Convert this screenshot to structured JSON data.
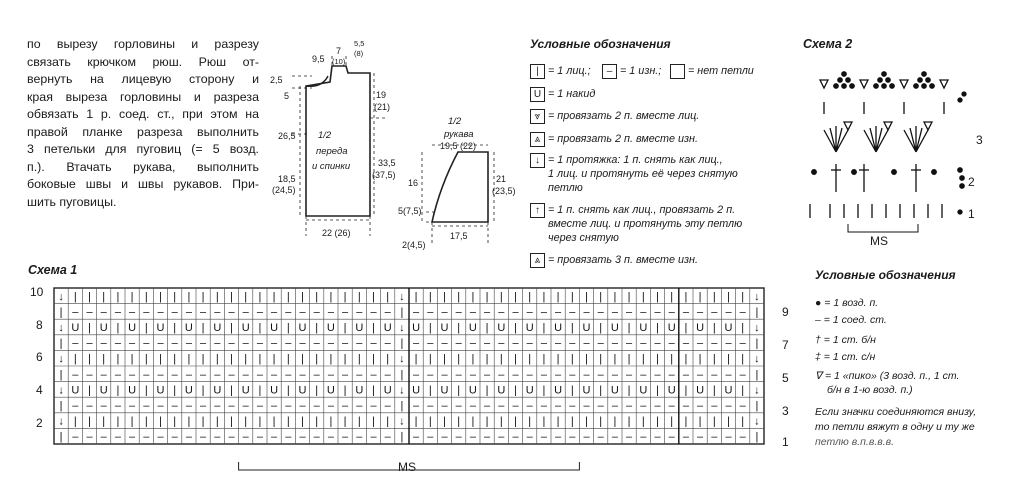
{
  "intro": {
    "lines": [
      "по вырезу горловины и разрезу",
      "связать крючком рюш. Рюш от-",
      "вернуть на лицевую сторону и",
      "края выреза горловины и разреза",
      "обвязать 1 р. соед. ст., при этом на",
      "правой планке разреза выполнить",
      "3 петельки для пуговиц (= 5 возд.",
      "п.). Втачать рукава, выполнить",
      "боковые швы и швы рукавов. При-",
      "шить пуговицы."
    ]
  },
  "pattern": {
    "body_label": [
      "1/2",
      "переда",
      "и спинки"
    ],
    "sleeve_title": [
      "1/2",
      "рукава"
    ],
    "dims": {
      "top_neck": "9,5",
      "top_mid": "7",
      "top_mid2": "(10)",
      "top_right": "5,5",
      "top_right2": "(8)",
      "left_a": "2,5",
      "left_b": "5",
      "left_c": "26,5",
      "left_d": "18,5",
      "left_d2": "(24,5)",
      "right_a": "19",
      "right_a2": "(21)",
      "right_b": "33,5",
      "right_b2": "(37,5)",
      "bottom_body": "22 (26)",
      "sleeve_top": "19,5 (22)",
      "sleeve_left": "16",
      "sleeve_right": "21",
      "sleeve_right2": "(23,5)",
      "sleeve_cuff": "5(7,5)",
      "sleeve_bottom_a": "2(4,5)",
      "sleeve_bottom_b": "17,5"
    }
  },
  "legend": {
    "title": "Условные обозначения",
    "row1": {
      "a_sym": "|",
      "a": "= 1 лиц.;",
      "b_sym": "–",
      "b": "= 1 изн.;",
      "c": "= нет петли"
    },
    "items": [
      {
        "sym": "U",
        "text": [
          "= 1 накид"
        ]
      },
      {
        "sym": "⩔",
        "text": [
          "= провязать 2 п. вместе лиц."
        ]
      },
      {
        "sym": "⩓",
        "text": [
          "= провязать 2 п. вместе изн."
        ]
      },
      {
        "sym": "↓",
        "text": [
          "= 1 протяжка: 1 п. снять как лиц.,",
          "1 лиц. и протянуть её через снятую",
          "петлю"
        ]
      },
      {
        "sym": "↑",
        "text": [
          "= 1 п. снять как лиц., провязать 2 п.",
          "вместе лиц. и протянуть эту петлю",
          "через снятую"
        ]
      },
      {
        "sym": "⩓",
        "text": [
          "= провязать 3 п. вместе изн."
        ]
      }
    ]
  },
  "scheme2": {
    "title": "Схема 2",
    "row_numbers": [
      "1",
      "2",
      "3"
    ],
    "ms": "MS",
    "legend_title": "Условные обозначения",
    "legend": [
      {
        "sym": "●",
        "text": [
          "= 1 возд. п."
        ]
      },
      {
        "sym": "–",
        "text": [
          "= 1 соед. ст."
        ]
      },
      {
        "sym": "†",
        "text": [
          "= 1 ст. б/н"
        ]
      },
      {
        "sym": "‡",
        "text": [
          "= 1 ст. с/н"
        ]
      },
      {
        "sym": "∇",
        "text": [
          "= 1 «пико» (3 возд. п., 1 ст.",
          "б/н в 1-ю возд. п.)"
        ]
      }
    ],
    "note": [
      "Если значки соединяются внизу,",
      "то петли вяжут в одну и ту же",
      "петлю в.п.в.в.в."
    ]
  },
  "scheme1": {
    "title": "Схема 1",
    "left_rows": [
      "10",
      "8",
      "6",
      "4",
      "2"
    ],
    "right_rows": [
      "9",
      "7",
      "5",
      "3",
      "1"
    ],
    "ms": "MS"
  },
  "colors": {
    "ink": "#1a1a1a",
    "grid": "#333333"
  }
}
